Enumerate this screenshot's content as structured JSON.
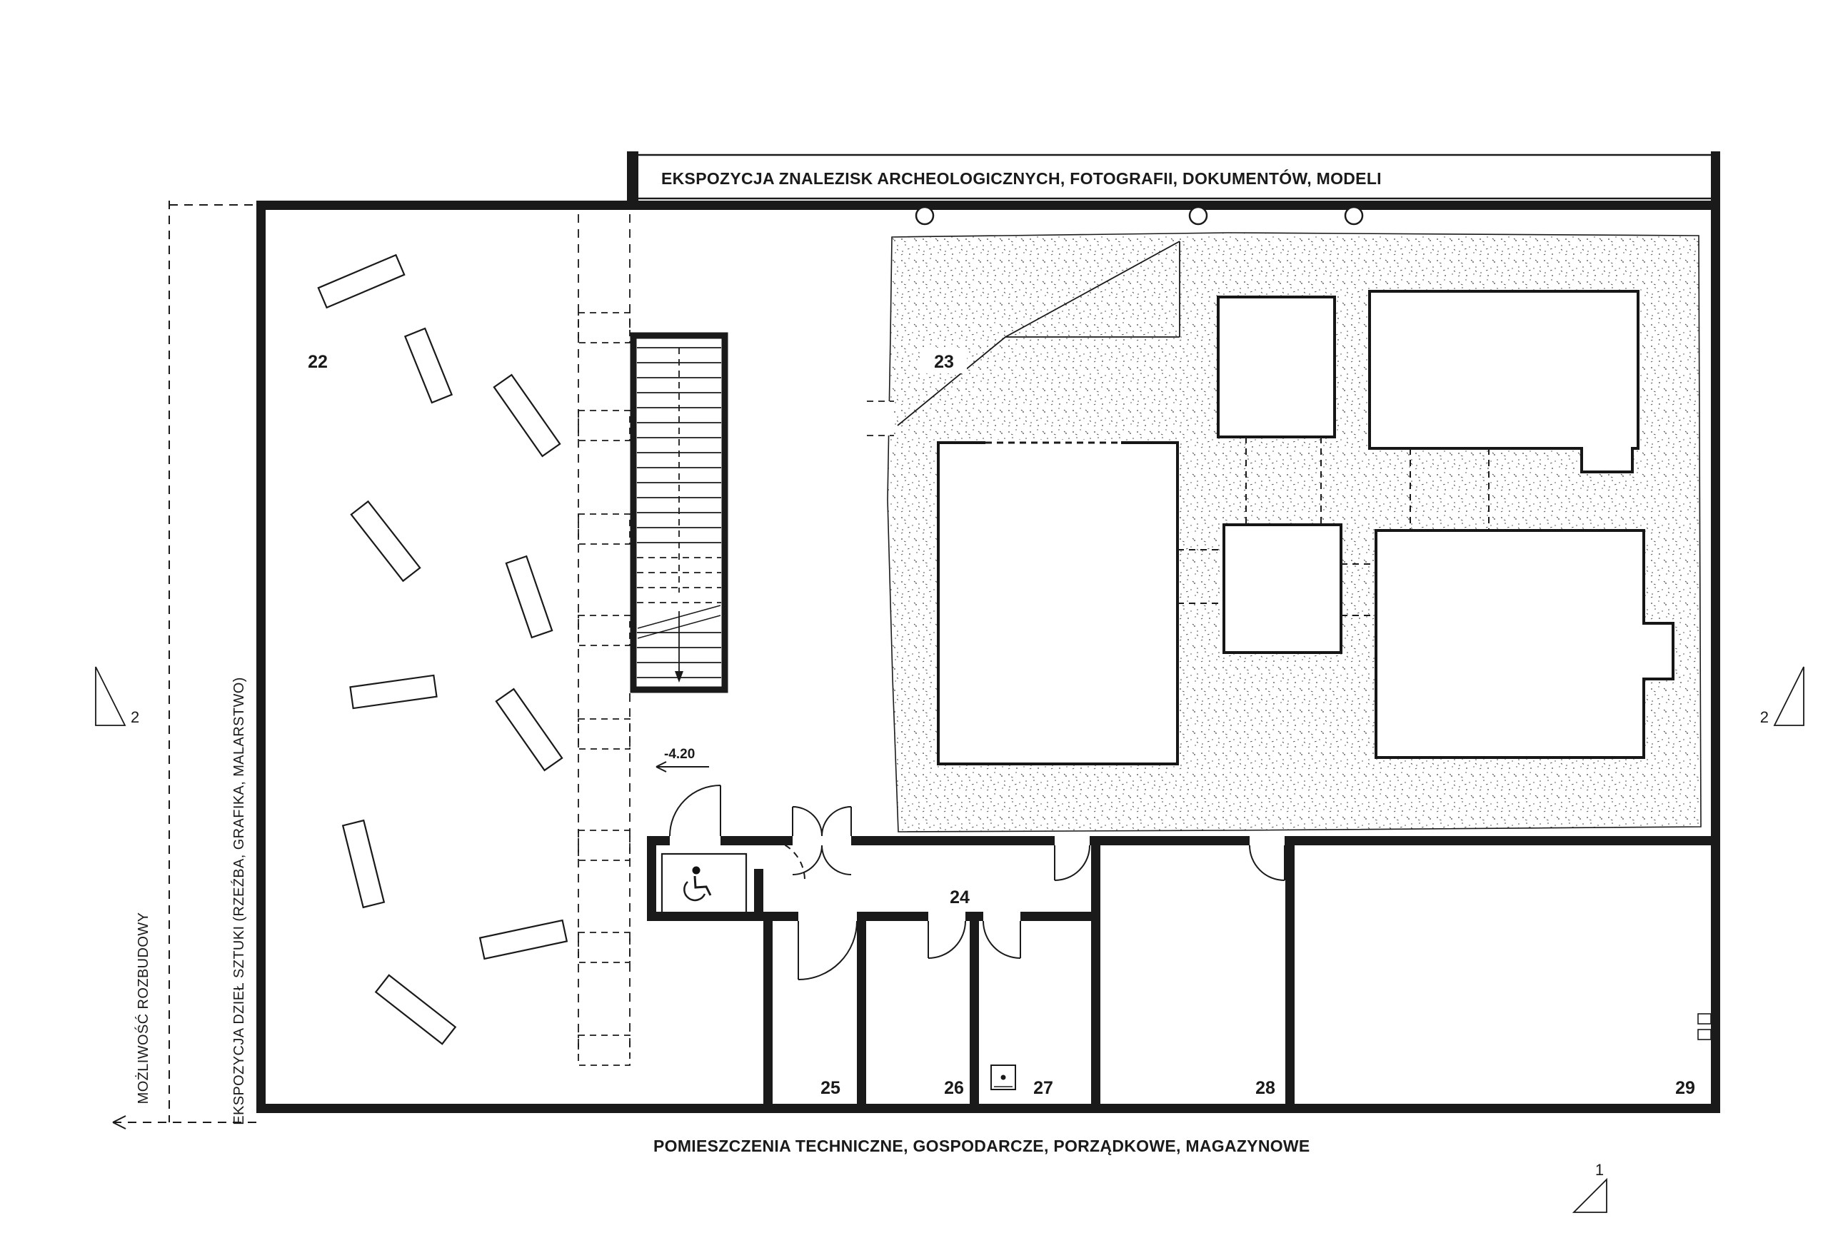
{
  "drawing": {
    "top_label": "EKSPOZYCJA ZNALEZISK ARCHEOLOGICZNYCH, FOTOGRAFII, DOKUMENTÓW, MODELI",
    "bottom_label": "POMIESZCZENIA TECHNICZNE, GOSPODARCZE, PORZĄDKOWE, MAGAZYNOWE",
    "left_outer_label": "MOŻLIWOŚĆ ROZBUDOWY",
    "left_inner_label": "EKSPOZYCJA DZIEŁ SZTUKI (RZEŹBA, GRAFIKA, MALARSTWO)",
    "level_marker": "-4.20",
    "rooms": [
      {
        "number": "22"
      },
      {
        "number": "23"
      },
      {
        "number": "24"
      },
      {
        "number": "25"
      },
      {
        "number": "26"
      },
      {
        "number": "27"
      },
      {
        "number": "28"
      },
      {
        "number": "29"
      }
    ],
    "section_markers": {
      "left": "2",
      "right": "2",
      "bottom": "1"
    },
    "colors": {
      "ink": "#1a1a1a",
      "paper": "#ffffff"
    }
  }
}
